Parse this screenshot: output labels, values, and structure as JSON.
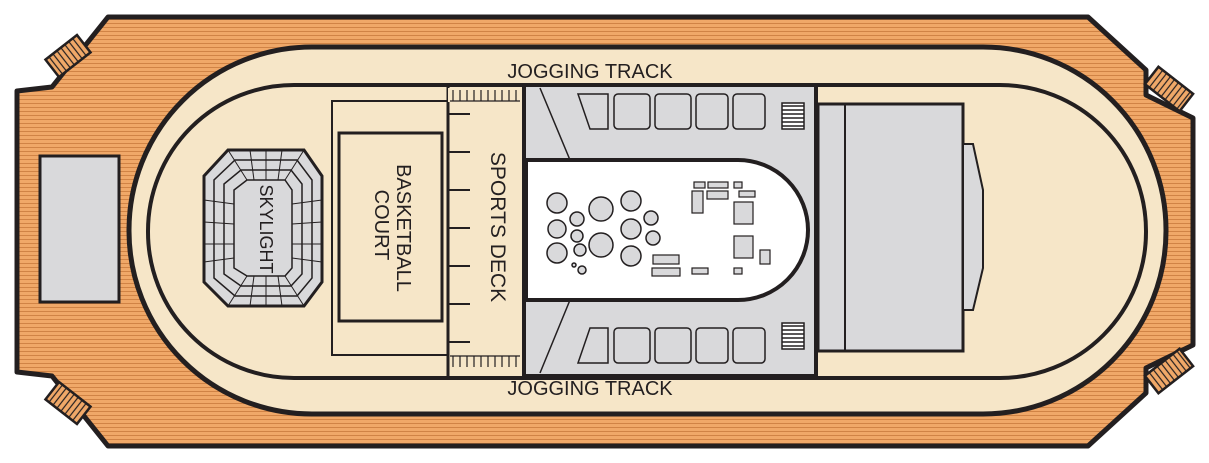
{
  "labels": {
    "jogging_track_top": "JOGGING TRACK",
    "jogging_track_bottom": "JOGGING TRACK",
    "skylight": "SKYLIGHT",
    "basketball_court_line1": "BASKETBALL",
    "basketball_court_line2": "COURT",
    "sports_deck": "SPORTS DECK"
  },
  "colors": {
    "deck_wood": "#f0a868",
    "wood_lines": "#c97a3c",
    "track_cream": "#f6e6c8",
    "gray_area": "#d9d9db",
    "outline": "#231f20"
  }
}
